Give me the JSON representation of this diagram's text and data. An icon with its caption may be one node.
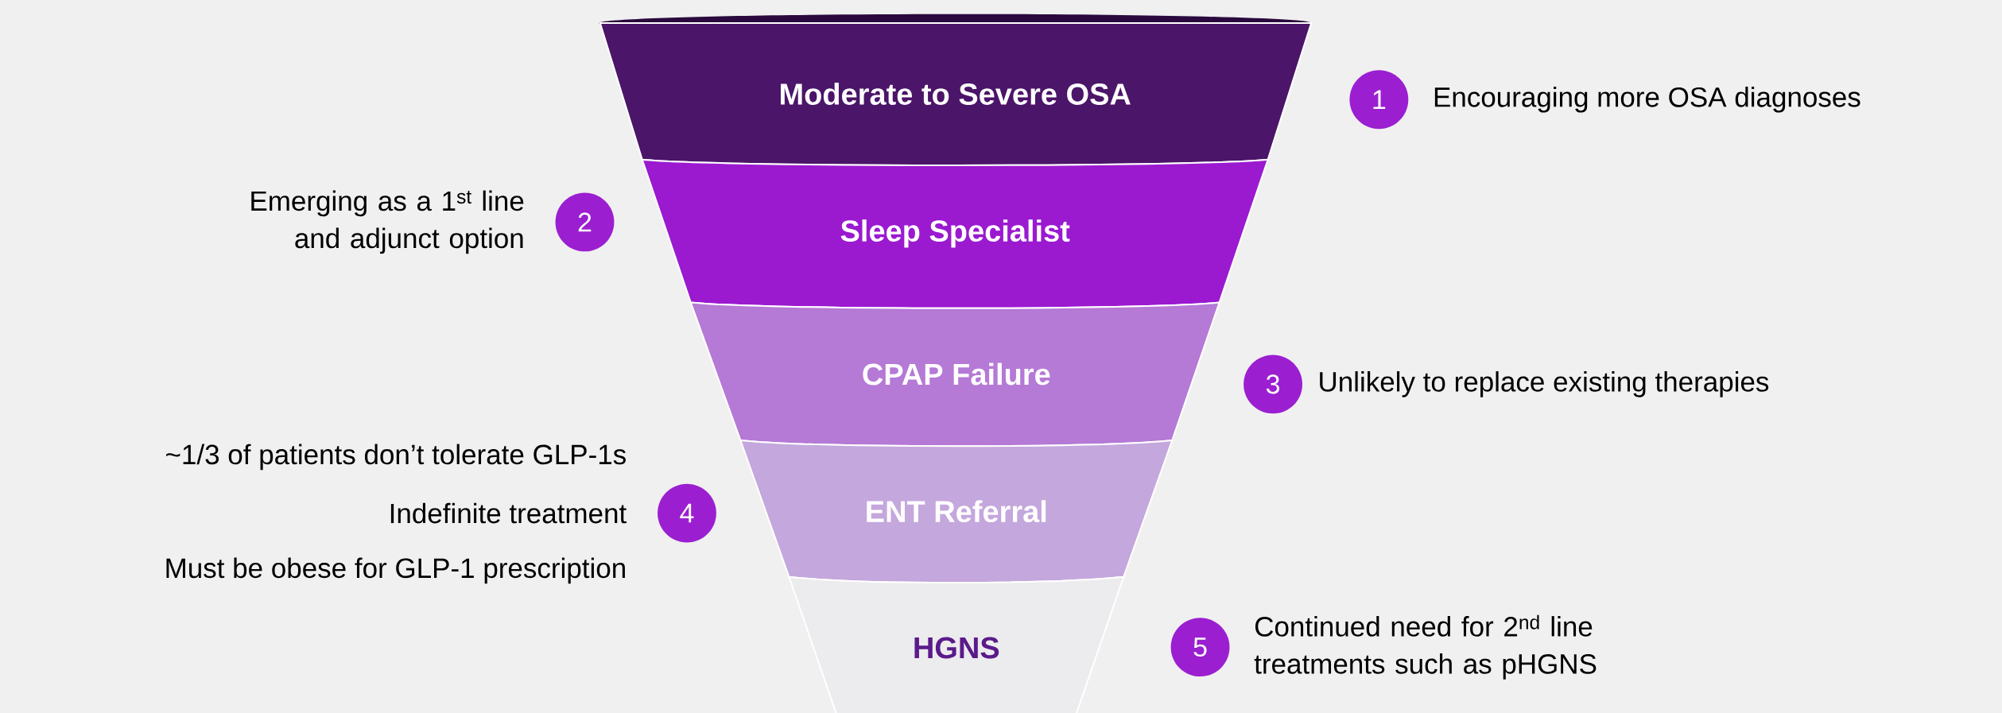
{
  "diagram": {
    "nodes": [
      {
        "text": [
          "Moderate to Severe OSA"
        ]
      },
      {
        "text": [
          "Sleep Specialist"
        ]
      },
      {
        "text": [
          "CPAP Failure"
        ]
      },
      {
        "text": [
          "ENT Referral"
        ]
      },
      {
        "text": [
          "HGNS"
        ]
      },
      {
        "text": [
          "1"
        ],
        "beside": [
          "Encouraging more OSA diagnoses"
        ]
      },
      {
        "text": [
          "2"
        ],
        "beside": [
          "Emerging as a 1$^{st}$ line and adjunct option"
        ]
      },
      {
        "text": [
          "3"
        ],
        "beside": [
          "Unlikely to replace existing therapies"
        ]
      },
      {
        "text": [
          "4"
        ],
        "beside": [
          "~1/3 of patients don’t tolerate GLP-1s",
          "Indefinite treatment",
          "Must be obese for GLP-1 prescription"
        ]
      },
      {
        "text": [
          "5"
        ],
        "beside": [
          "Continued need for 2$^{nd}$ line treatments such as pHGNS"
        ]
      }
    ]
  }
}
